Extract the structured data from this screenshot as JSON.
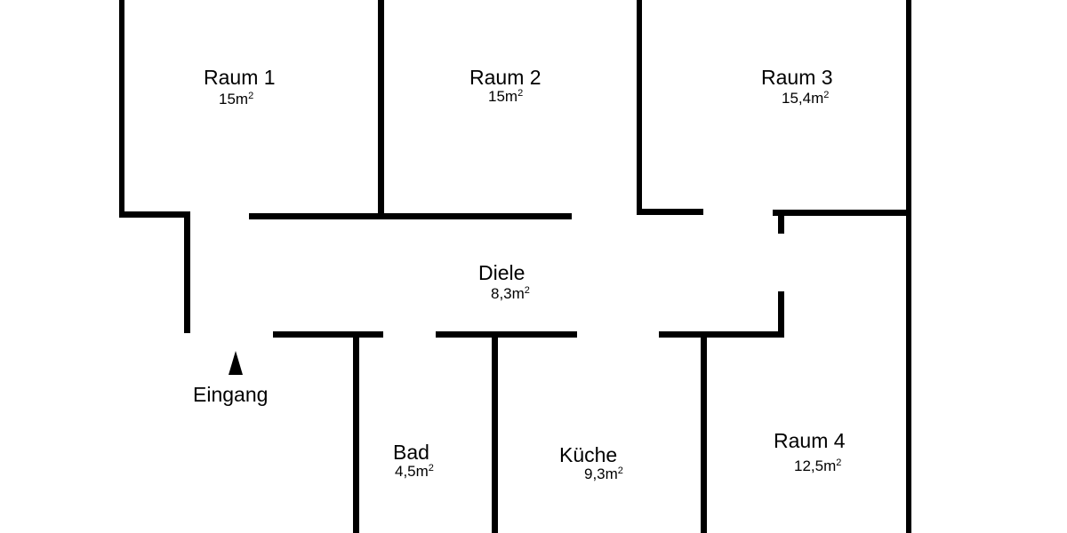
{
  "floorplan": {
    "rooms": [
      {
        "name": "Raum 1",
        "area": "15m",
        "unit_exp": "2"
      },
      {
        "name": "Raum 2",
        "area": "15m",
        "unit_exp": "2"
      },
      {
        "name": "Raum 3",
        "area": "15,4m",
        "unit_exp": "2"
      },
      {
        "name": "Diele",
        "area": "8,3m",
        "unit_exp": "2"
      },
      {
        "name": "Bad",
        "area": "4,5m",
        "unit_exp": "2"
      },
      {
        "name": "Küche",
        "area": "9,3m",
        "unit_exp": "2"
      },
      {
        "name": "Raum 4",
        "area": "12,5m",
        "unit_exp": "2"
      }
    ],
    "entrance": {
      "label": "Eingang"
    },
    "colors": {
      "wall": "#000000",
      "background": "#ffffff"
    }
  }
}
